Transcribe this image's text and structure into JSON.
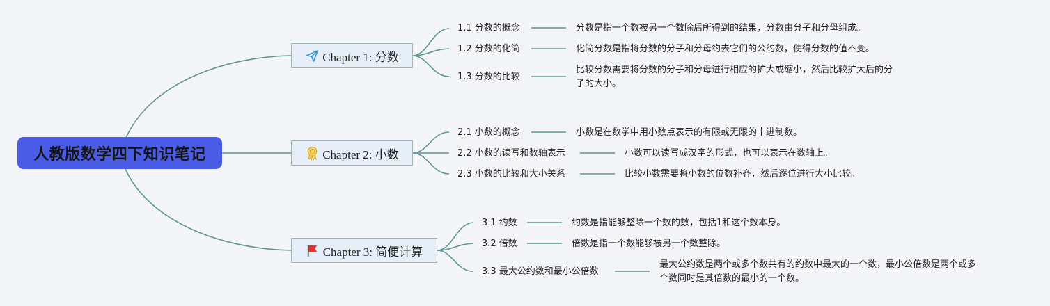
{
  "root": {
    "title": "人教版数学四下知识笔记"
  },
  "chapters": [
    {
      "title": "Chapter 1: 分数",
      "icon": "paper-plane-icon",
      "topics": [
        {
          "title": "1.1 分数的概念",
          "desc": [
            "分数是指一个数被另一个数除后所得到的结果，分数由分子和分母组成。"
          ]
        },
        {
          "title": "1.2 分数的化简",
          "desc": [
            "化简分数是指将分数的分子和分母约去它们的公约数，使得分数的值不变。"
          ]
        },
        {
          "title": "1.3 分数的比较",
          "desc": [
            "比较分数需要将分数的分子和分母进行相应的扩大或缩小，然后比较扩大后的分",
            "子的大小。"
          ]
        }
      ]
    },
    {
      "title": "Chapter 2: 小数",
      "icon": "award-ribbon-icon",
      "topics": [
        {
          "title": "2.1 小数的概念",
          "desc": [
            "小数是在数学中用小数点表示的有限或无限的十进制数。"
          ]
        },
        {
          "title": "2.2 小数的读写和数轴表示",
          "desc": [
            "小数可以读写成汉字的形式，也可以表示在数轴上。"
          ]
        },
        {
          "title": "2.3 小数的比较和大小关系",
          "desc": [
            "比较小数需要将小数的位数补齐，然后逐位进行大小比较。"
          ]
        }
      ]
    },
    {
      "title": "Chapter 3: 简便计算",
      "icon": "red-flag-icon",
      "topics": [
        {
          "title": "3.1 约数",
          "desc": [
            "约数是指能够整除一个数的数，包括1和这个数本身。"
          ]
        },
        {
          "title": "3.2 倍数",
          "desc": [
            "倍数是指一个数能够被另一个数整除。"
          ]
        },
        {
          "title": "3.3 最大公约数和最小公倍数",
          "desc": [
            "最大公约数是两个或多个数共有的约数中最大的一个数，最小公倍数是两个或多",
            "个数同时是其倍数的最小的一个数。"
          ]
        }
      ]
    }
  ],
  "colors": {
    "link": "#5f9493",
    "root_fill": "#4a5be6",
    "chapter_fill": "#e6eef7",
    "background": "#f3f5f9"
  }
}
